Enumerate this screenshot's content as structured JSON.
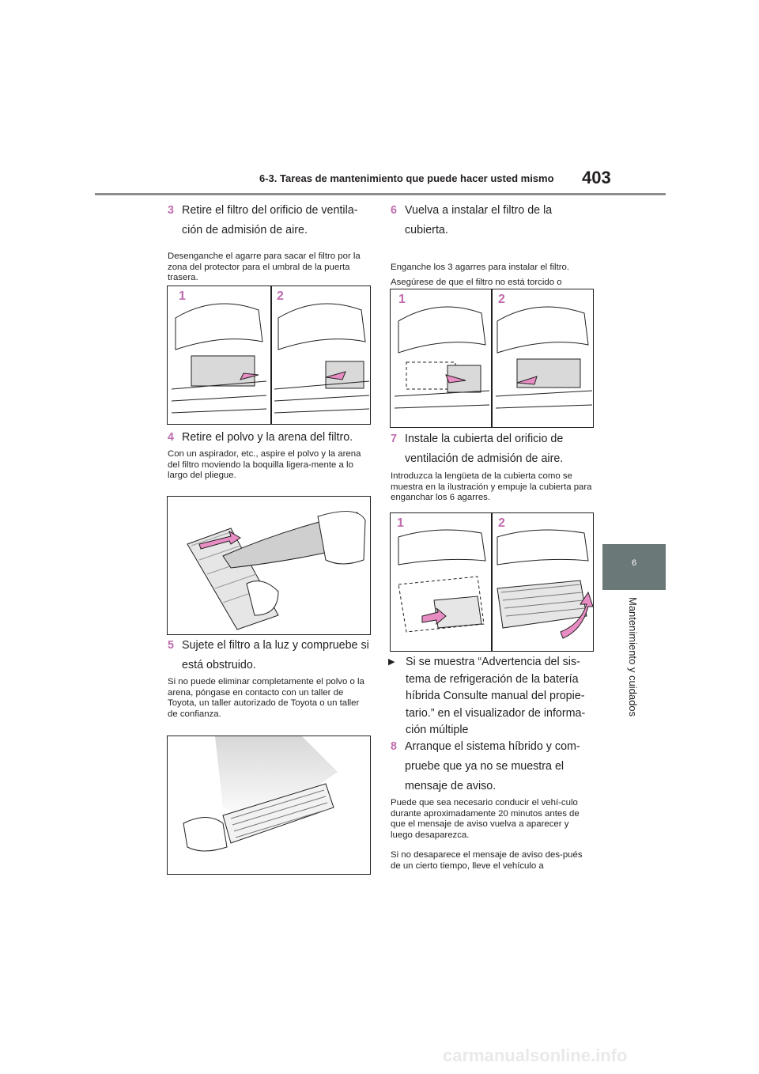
{
  "header": {
    "section_title": "6-3. Tareas de mantenimiento que puede hacer usted mismo",
    "page_number": "403"
  },
  "side": {
    "chapter_number": "6",
    "chapter_title": "Mantenimiento y cuidados"
  },
  "steps": [
    {
      "num": "3",
      "text": "Retire el filtro del orificio de ventila-ción de admisión de aire.",
      "note": "Desenganche el agarre para sacar el filtro por la zona del protector para el umbral de la puerta trasera."
    },
    {
      "num": "4",
      "text": "Retire el polvo y la arena del filtro.",
      "note": "Con un aspirador, etc., aspire el polvo y la arena del filtro moviendo la boquilla ligera-mente a lo largo del pliegue."
    },
    {
      "num": "5",
      "text": "Sujete el filtro a la luz y compruebe si está obstruido.",
      "note": "Si no puede eliminar completamente el polvo o la arena, póngase en contacto con un taller de Toyota, un taller autorizado de Toyota o un taller de confianza."
    },
    {
      "num": "6",
      "text": "Vuelva a instalar el filtro de la cubierta.",
      "note1": "Enganche los 3 agarres para instalar el filtro.",
      "note2": "Asegúrese de que el filtro no está torcido o deformado al instalarlo."
    },
    {
      "num": "7",
      "text": "Instale la cubierta del orificio de ventilación de admisión de aire.",
      "note": "Introduzca la lengüeta de la cubierta como se muestra en la ilustración y empuje la cubierta para enganchar los 6 agarres."
    },
    {
      "num": "8",
      "text": "Arranque el sistema híbrido y com-pruebe que ya no se muestra el mensaje de aviso.",
      "note1": "Puede que sea necesario conducir el vehí-culo durante aproximadamente 20 minutos antes de que el mensaje de aviso vuelva a aparecer y luego desaparezca.",
      "note2": "Si no desaparece el mensaje de aviso des-pués de un cierto tiempo, lleve el vehículo a"
    }
  ],
  "bullet": {
    "text": "Si se muestra “Advertencia del sis-tema de refrigeración de la batería híbrida Consulte manual del propie-tario.” en el visualizador de informa-ción múltiple"
  },
  "figure_labels": {
    "one": "1",
    "two": "2"
  },
  "footer": {
    "watermark": "carmanualsonline.info"
  },
  "colors": {
    "accent": "#c06cae",
    "tab": "#6b7878",
    "rule": "#8b8e8d"
  }
}
